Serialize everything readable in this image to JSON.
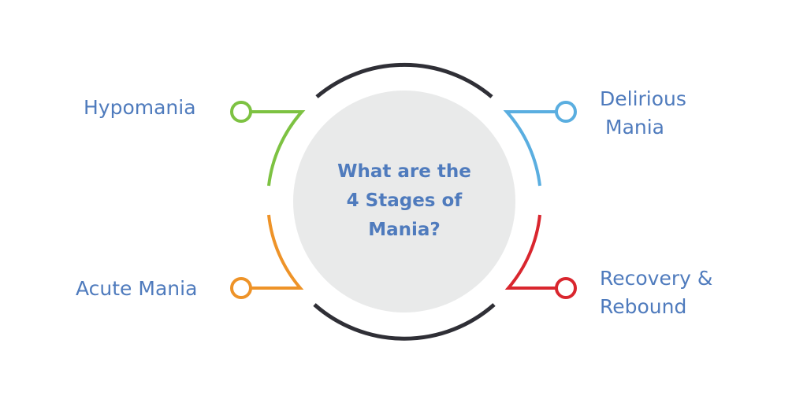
{
  "title": "What are the 4 Stages of Mania?",
  "title_lines": [
    "What are the",
    "4 Stages of",
    "Mania?"
  ],
  "stages": [
    {
      "name": "Hypomania",
      "lines": [
        "Hypomania"
      ],
      "color": "#7dc242"
    },
    {
      "name": "Delirious Mania",
      "lines": [
        "Delirious",
        "Mania"
      ],
      "color": "#5aaee0"
    },
    {
      "name": "Acute Mania",
      "lines": [
        "Acute Mania"
      ],
      "color": "#ee9328"
    },
    {
      "name": "Recovery & Rebound",
      "lines": [
        "Recovery &",
        "Rebound"
      ],
      "color": "#d9262e"
    }
  ],
  "colors": {
    "text": "#4f7bbd",
    "ring": "#2f2f36",
    "center_fill": "#e9eaea"
  }
}
